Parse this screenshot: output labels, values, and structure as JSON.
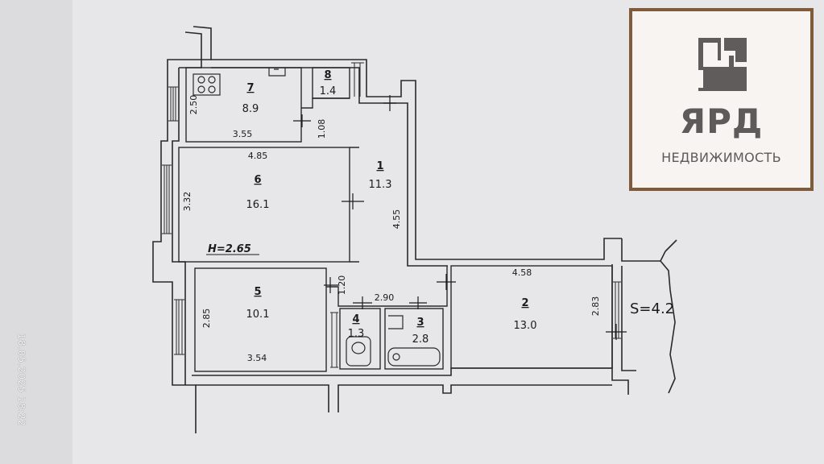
{
  "rooms": [
    {
      "id": "7",
      "area": "8.9"
    },
    {
      "id": "8",
      "area": "1.4"
    },
    {
      "id": "6",
      "area": "16.1"
    },
    {
      "id": "1",
      "area": "11.3"
    },
    {
      "id": "5",
      "area": "10.1"
    },
    {
      "id": "4",
      "area": "1.3"
    },
    {
      "id": "3",
      "area": "2.8"
    },
    {
      "id": "2",
      "area": "13.0"
    }
  ],
  "dimensions": {
    "r7_height": "2.50",
    "r7_width": "3.55",
    "corridor_gap": "1.08",
    "r6_width": "4.85",
    "r6_height": "3.32",
    "r1_length": "4.55",
    "r5_gap": "1.20",
    "corridor_width": "2.90",
    "r5_height": "2.85",
    "r5_width": "3.54",
    "r2_width": "4.58",
    "r2_height": "2.83"
  },
  "ceiling_height": "H=2.65",
  "balcony_area": "S=4.2",
  "timestamp": "18.05.2025  18:22",
  "logo": {
    "brand": "ЯРД",
    "subtitle": "НЕДВИЖИМОСТЬ"
  }
}
